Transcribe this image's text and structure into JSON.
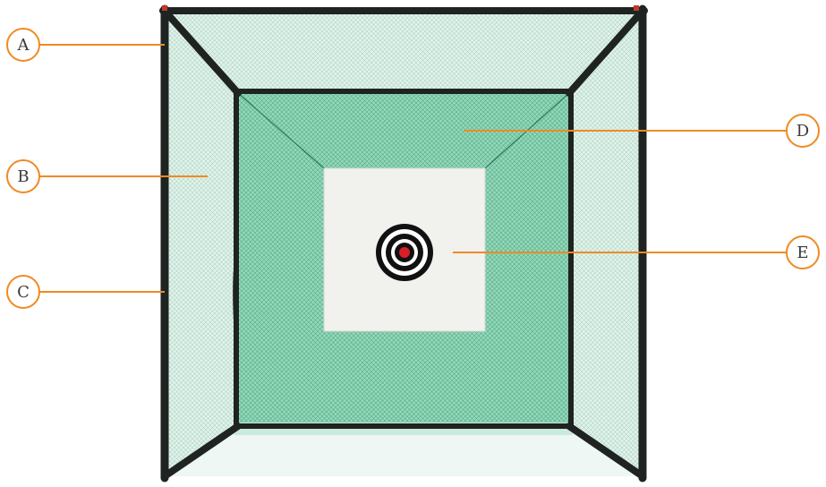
{
  "colors": {
    "net_side": "#d7ece3",
    "net_back": "#8fd3b6",
    "net_floor": "#c9eadc",
    "frame": "#1f2321",
    "target_sheet": "#f1f1ee",
    "ring_black": "#111111",
    "ring_white": "#ffffff",
    "bullseye": "#d81e2a",
    "callout": "#f08a24",
    "frame_cap": "#c0392b"
  },
  "callouts": [
    {
      "id": "A",
      "label": "A"
    },
    {
      "id": "B",
      "label": "B"
    },
    {
      "id": "C",
      "label": "C"
    },
    {
      "id": "D",
      "label": "D"
    },
    {
      "id": "E",
      "label": "E"
    }
  ]
}
